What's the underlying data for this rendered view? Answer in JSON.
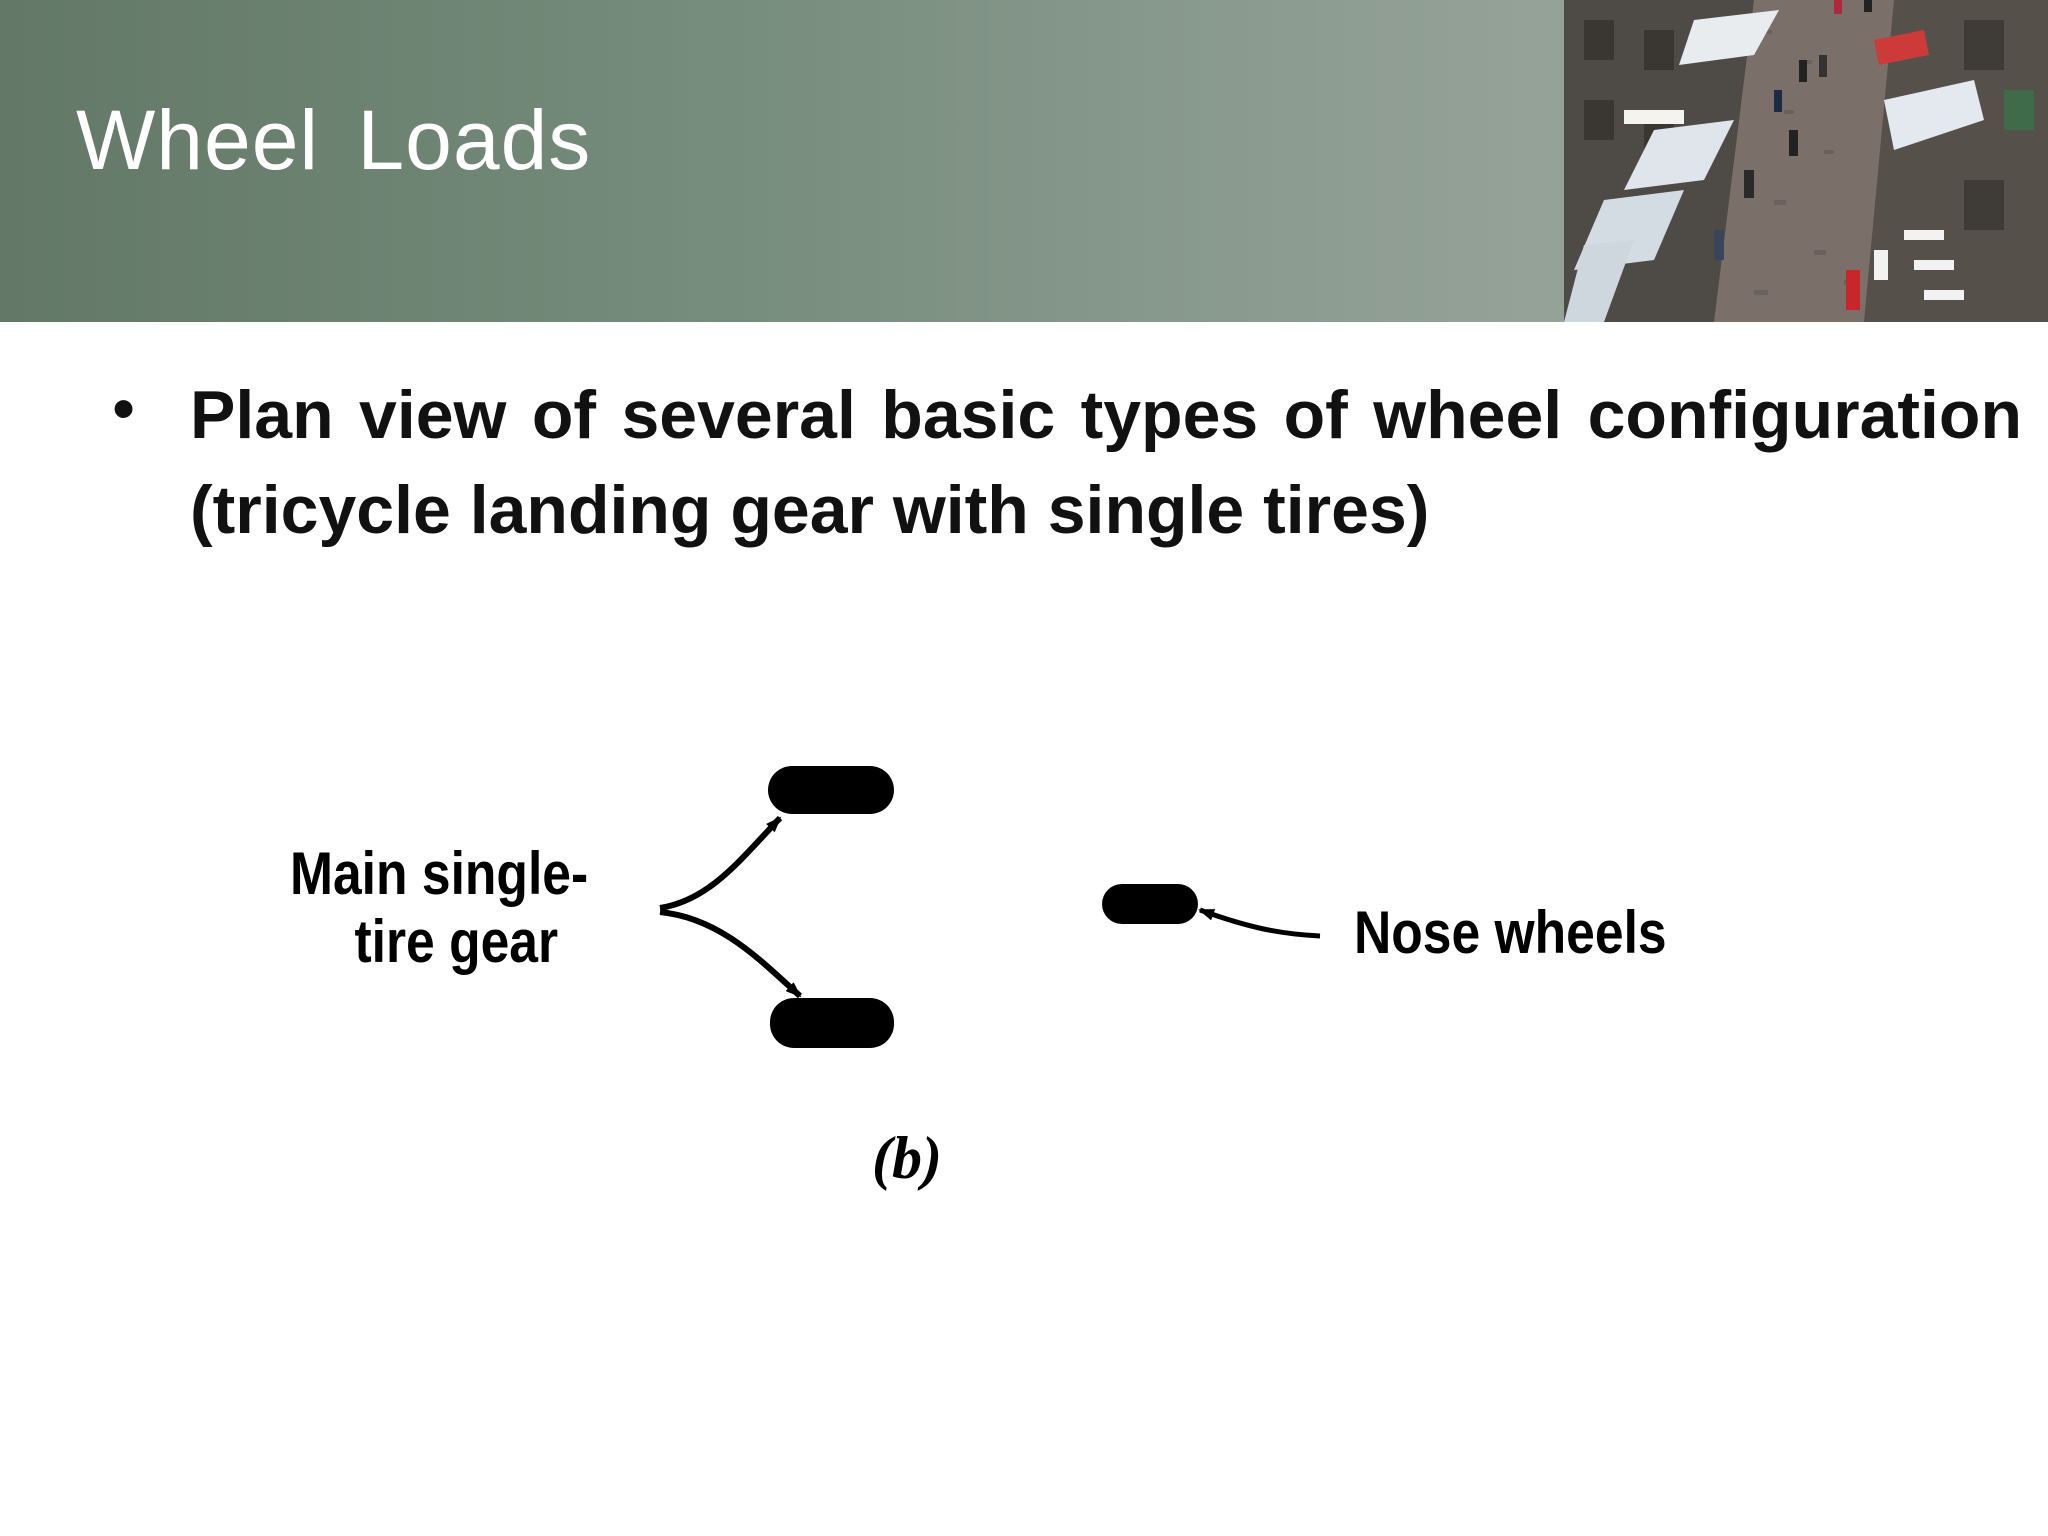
{
  "slide": {
    "title": "Wheel Loads",
    "bullet": "Plan view of several basic types of wheel configuration (tricycle landing gear with single tires)",
    "bullet_marker": "•"
  },
  "figure": {
    "main_gear_label_line1": "Main single-",
    "main_gear_label_line2": "tire gear",
    "nose_label": "Nose wheels",
    "caption": "(b)"
  },
  "colors": {
    "header_band": "#768c7c",
    "title_text": "#ffffff",
    "body_text": "#111111",
    "tire_fill": "#000000"
  }
}
